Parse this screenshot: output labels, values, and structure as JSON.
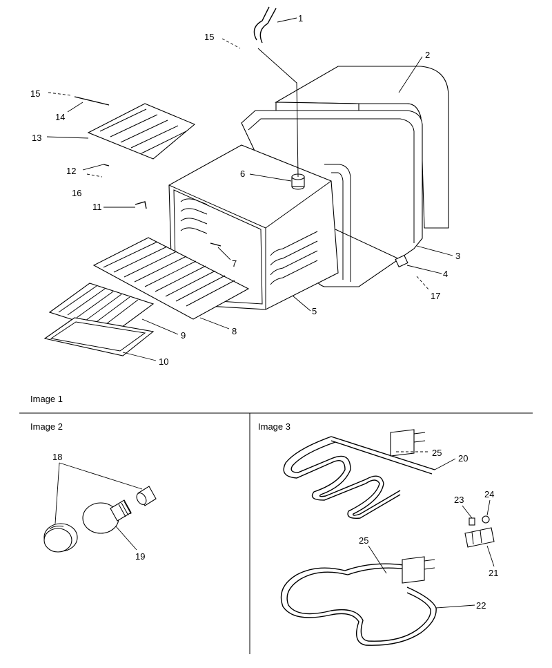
{
  "sections": {
    "image1": "Image 1",
    "image2": "Image 2",
    "image3": "Image 3"
  },
  "callouts": {
    "c1": "1",
    "c2": "2",
    "c3": "3",
    "c4": "4",
    "c5": "5",
    "c6": "6",
    "c7": "7",
    "c8": "8",
    "c9": "9",
    "c10": "10",
    "c11": "11",
    "c12": "12",
    "c13": "13",
    "c14": "14",
    "c15a": "15",
    "c15b": "15",
    "c16": "16",
    "c17": "17",
    "c18": "18",
    "c19": "19",
    "c20": "20",
    "c21": "21",
    "c22": "22",
    "c23": "23",
    "c24": "24",
    "c25a": "25",
    "c25b": "25"
  }
}
